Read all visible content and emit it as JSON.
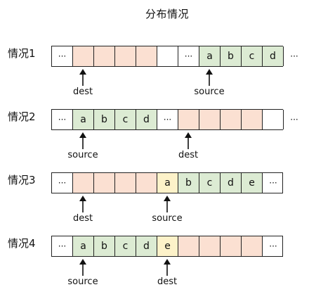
{
  "title": "分布情况",
  "colors": {
    "dest_cell": "#fbe0d2",
    "source_cell": "#dcebd3",
    "moved_cell": "#fdf2c9",
    "empty_cell": "#ffffff",
    "border": "#222222"
  },
  "rows": [
    {
      "label": "情况1",
      "cells": [
        {
          "text": "···",
          "kind": "ellipsis"
        },
        {
          "text": "",
          "kind": "dest"
        },
        {
          "text": "",
          "kind": "dest"
        },
        {
          "text": "",
          "kind": "dest"
        },
        {
          "text": "",
          "kind": "dest"
        },
        {
          "text": "",
          "kind": "empty"
        },
        {
          "text": "···",
          "kind": "ellipsis"
        },
        {
          "text": "a",
          "kind": "source"
        },
        {
          "text": "b",
          "kind": "source"
        },
        {
          "text": "c",
          "kind": "source"
        },
        {
          "text": "d",
          "kind": "source"
        },
        {
          "text": "···",
          "kind": "ellipsis"
        }
      ],
      "pointers": [
        {
          "label": "dest",
          "cell_index": 1
        },
        {
          "label": "source",
          "cell_index": 7
        }
      ]
    },
    {
      "label": "情况2",
      "cells": [
        {
          "text": "···",
          "kind": "ellipsis"
        },
        {
          "text": "a",
          "kind": "source"
        },
        {
          "text": "b",
          "kind": "source"
        },
        {
          "text": "c",
          "kind": "source"
        },
        {
          "text": "d",
          "kind": "source"
        },
        {
          "text": "···",
          "kind": "ellipsis"
        },
        {
          "text": "",
          "kind": "dest"
        },
        {
          "text": "",
          "kind": "dest"
        },
        {
          "text": "",
          "kind": "dest"
        },
        {
          "text": "",
          "kind": "dest"
        },
        {
          "text": "",
          "kind": "empty"
        },
        {
          "text": "···",
          "kind": "ellipsis"
        }
      ],
      "pointers": [
        {
          "label": "source",
          "cell_index": 1
        },
        {
          "label": "dest",
          "cell_index": 6
        }
      ]
    },
    {
      "label": "情况3",
      "cells": [
        {
          "text": "···",
          "kind": "ellipsis"
        },
        {
          "text": "",
          "kind": "dest"
        },
        {
          "text": "",
          "kind": "dest"
        },
        {
          "text": "",
          "kind": "dest"
        },
        {
          "text": "",
          "kind": "dest"
        },
        {
          "text": "a",
          "kind": "moved"
        },
        {
          "text": "b",
          "kind": "source"
        },
        {
          "text": "c",
          "kind": "source"
        },
        {
          "text": "d",
          "kind": "source"
        },
        {
          "text": "e",
          "kind": "source"
        },
        {
          "text": "···",
          "kind": "ellipsis"
        }
      ],
      "pointers": [
        {
          "label": "dest",
          "cell_index": 1
        },
        {
          "label": "source",
          "cell_index": 5
        }
      ]
    },
    {
      "label": "情况4",
      "cells": [
        {
          "text": "···",
          "kind": "ellipsis"
        },
        {
          "text": "a",
          "kind": "source"
        },
        {
          "text": "b",
          "kind": "source"
        },
        {
          "text": "c",
          "kind": "source"
        },
        {
          "text": "d",
          "kind": "source"
        },
        {
          "text": "e",
          "kind": "moved"
        },
        {
          "text": "",
          "kind": "dest"
        },
        {
          "text": "",
          "kind": "dest"
        },
        {
          "text": "",
          "kind": "dest"
        },
        {
          "text": "",
          "kind": "dest"
        },
        {
          "text": "···",
          "kind": "ellipsis"
        }
      ],
      "pointers": [
        {
          "label": "source",
          "cell_index": 1
        },
        {
          "label": "dest",
          "cell_index": 5
        }
      ]
    }
  ]
}
